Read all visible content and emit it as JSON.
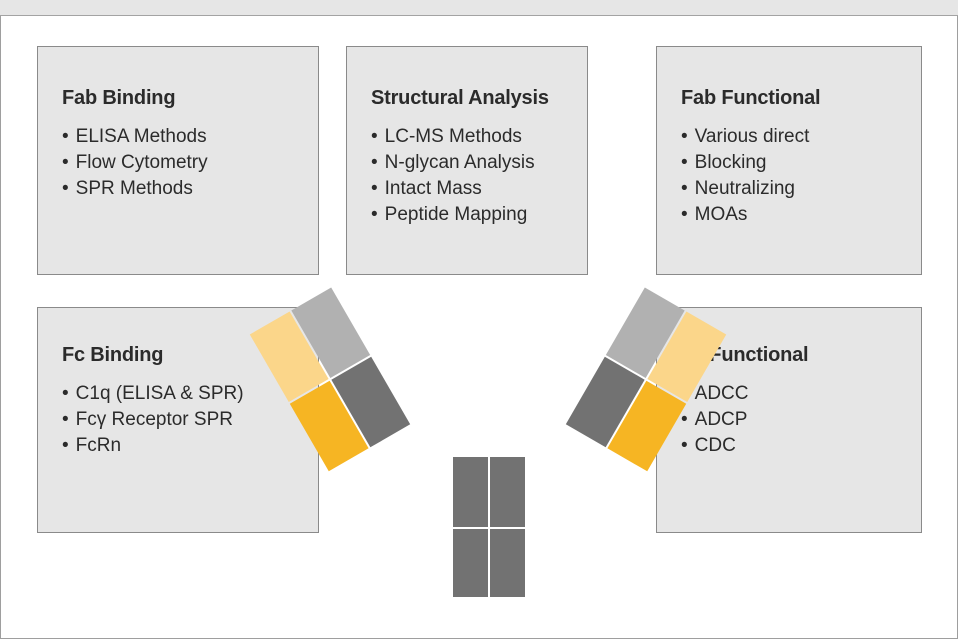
{
  "panels": {
    "fab_binding": {
      "title": "Fab Binding",
      "items": [
        "ELISA Methods",
        "Flow Cytometry",
        "SPR Methods"
      ]
    },
    "structural_analysis": {
      "title": "Structural Analysis",
      "items": [
        "LC-MS Methods",
        "N-glycan Analysis",
        "Intact Mass",
        "Peptide Mapping"
      ]
    },
    "fab_functional": {
      "title": "Fab Functional",
      "items": [
        "Various direct",
        "Blocking",
        "Neutralizing",
        "MOAs"
      ]
    },
    "fc_binding": {
      "title": "Fc Binding",
      "items": [
        "C1q (ELISA & SPR)",
        "Fcγ Receptor SPR",
        "FcRn"
      ]
    },
    "fc_functional": {
      "title": "Fc Functional",
      "items": [
        "ADCC",
        "ADCP",
        "CDC"
      ]
    }
  },
  "bullet": "•",
  "colors": {
    "panel_bg": "#e6e6e6",
    "panel_border": "#8a8a8a",
    "light_gray": "#b1b1b1",
    "dark_gray": "#727272",
    "light_yellow": "#fbd68a",
    "yellow": "#f6b523"
  },
  "icons": [
    "antibody-icon"
  ]
}
